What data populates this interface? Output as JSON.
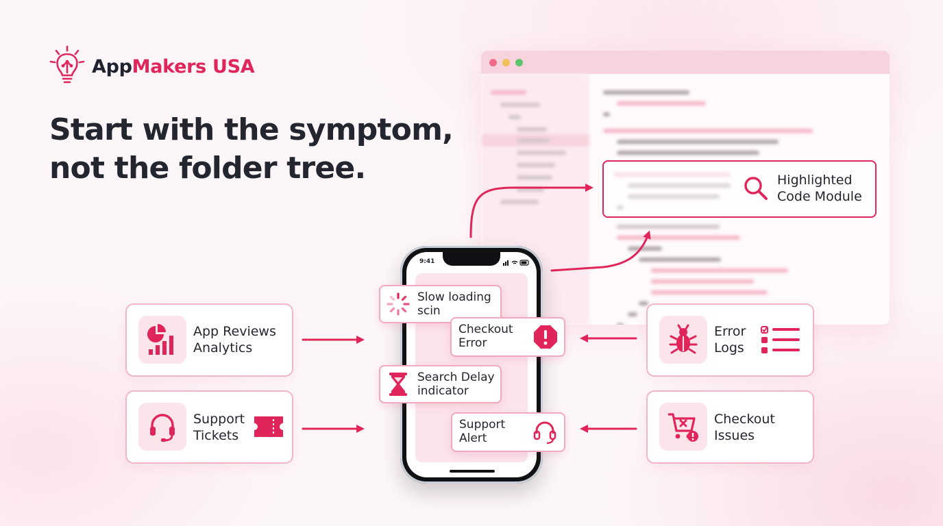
{
  "brand": {
    "name_part1": "App",
    "name_part2": "Makers USA",
    "accent": "#e0255a"
  },
  "headline": {
    "line1": "Start with the symptom,",
    "line2": "not the folder tree."
  },
  "highlight": {
    "line1": "Highlighted",
    "line2": "Code Module",
    "icon": "search-icon"
  },
  "phone": {
    "time": "9:41"
  },
  "symptoms": [
    {
      "line1": "Slow loading",
      "line2": "scin",
      "icon": "spinner-icon"
    },
    {
      "line1": "Checkout",
      "line2": "Error",
      "icon": "alert-octagon-icon"
    },
    {
      "line1": "Search Delay",
      "line2": "indicator",
      "icon": "hourglass-icon"
    },
    {
      "line1": "Support",
      "line2": "Alert",
      "icon": "headset-icon"
    }
  ],
  "sources_left": [
    {
      "line1": "App Reviews",
      "line2": "Analytics",
      "icon": "analytics-chart-icon"
    },
    {
      "line1": "Support",
      "line2": "Tickets",
      "icon": "headset-icon",
      "extra_icon": "ticket-icon"
    }
  ],
  "sources_right": [
    {
      "line1": "Error",
      "line2": "Logs",
      "icon": "bug-icon",
      "extra_icon": "checklist-icon"
    },
    {
      "line1": "Checkout",
      "line2": "Issues",
      "icon": "cart-error-icon"
    }
  ],
  "colors": {
    "pink": "#e0255a",
    "pink_light": "#fbe4ea",
    "card_border": "#f0b6c6",
    "text": "#23262f"
  }
}
